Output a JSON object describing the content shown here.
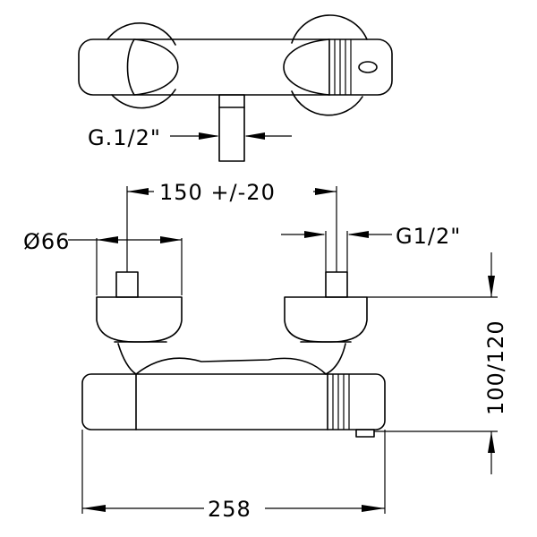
{
  "labels": {
    "inlet_thread_top": "G.1/2\"",
    "center_distance": "150 +/-20",
    "eccentric_diameter": "Ø66",
    "eccentric_thread": "G1/2\"",
    "height_range": "100/120",
    "overall_width": "258"
  }
}
